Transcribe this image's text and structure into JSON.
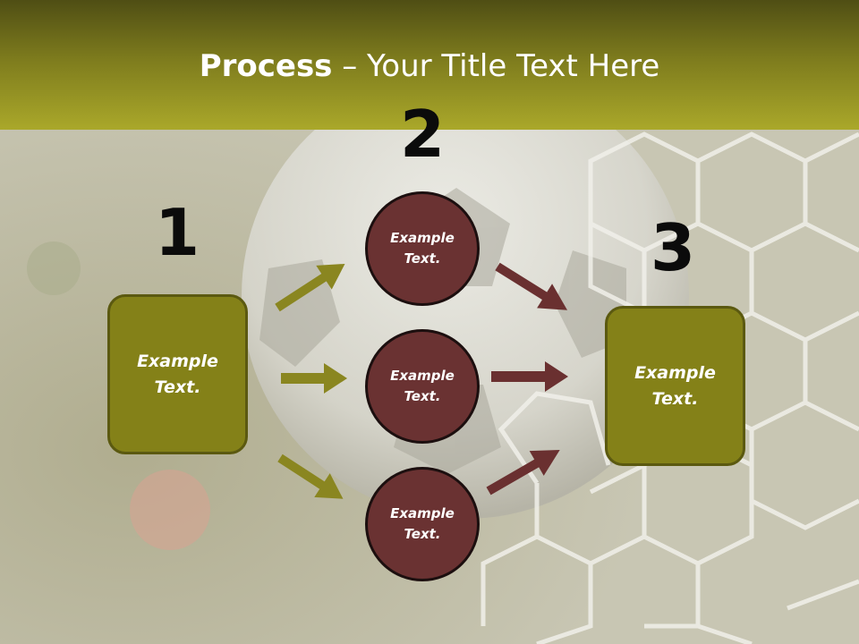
{
  "title": {
    "bold": "Process",
    "rest": " – Your Title Text Here"
  },
  "steps": [
    {
      "number": "1",
      "label": "Example\nText."
    },
    {
      "number": "2",
      "label": ""
    },
    {
      "number": "3",
      "label": "Example\nText."
    }
  ],
  "circles": [
    {
      "label": "Example\nText."
    },
    {
      "label": "Example\nText."
    },
    {
      "label": "Example\nText."
    }
  ],
  "colors": {
    "box": "#848118",
    "circle": "#6a3232",
    "arrow_left": "#8a8620",
    "arrow_right": "#6a3030",
    "title_bar": "#8c8a22"
  }
}
